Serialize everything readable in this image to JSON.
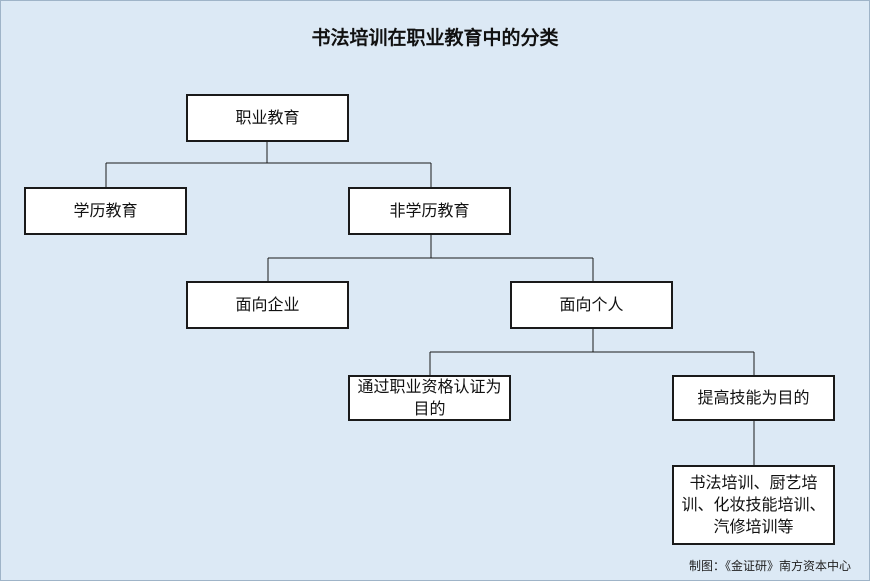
{
  "title": "书法培训在职业教育中的分类",
  "nodes": {
    "vocational": "职业教育",
    "academic": "学历教育",
    "non_academic": "非学历教育",
    "enterprise": "面向企业",
    "individual": "面向个人",
    "certification": "通过职业资格认证为目的",
    "skill_improvement": "提高技能为目的",
    "examples": "书法培训、厨艺培训、化妆技能培训、汽修培训等"
  },
  "credit": "制图：《金证研》南方资本中心"
}
